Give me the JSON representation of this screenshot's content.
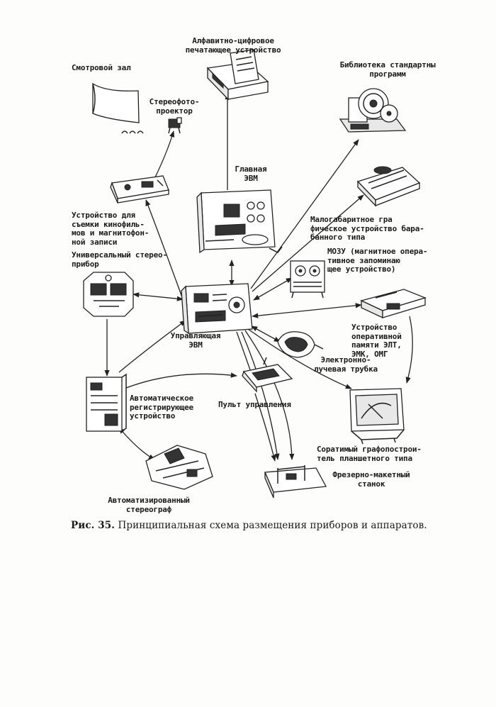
{
  "nodes": {
    "viewing_hall": "Смотровой зал",
    "printer": "Алфавитно-цифровое\nпечатающее устройство",
    "library": "Библиотека стандартны\nпрограмм",
    "stereo_projector": "Стереофото-\nпроектор",
    "main_computer": "Главная\nЭВМ",
    "film_recorder": "Устройство для\nсъемки кинофиль-\nмов и магнитофон-\nной записи",
    "drum_plotter": "Малогабаритное гра\nфическое устройство бара-\nбанного типа",
    "universal_stereo": "Универсальный стерео-\nприбор",
    "mozu": "МОЗУ (магнитное опера-\nтивное запоминаю\nщее устройство)",
    "control_computer": "Управляющая\nЭВМ",
    "ram_device": "Устройство\nоперативной\nпамяти ЭЛТ,\nЭМК, ОМГ",
    "crt": "Электронно-\nлучевая трубка",
    "auto_recorder": "Автоматическое\nрегистрирующее\nустройство",
    "control_panel": "Пульт управления",
    "flatbed_plotter": "Соратимый графопострои-\nтель планшетного типа",
    "milling_machine": "Фрезерно-макетный\nстанок",
    "auto_stereograph": "Автоматизированный\nстереограф"
  },
  "caption": {
    "number": "Рис. 35.",
    "text": "Принципиальная схема размещения приборов и аппаратов."
  }
}
